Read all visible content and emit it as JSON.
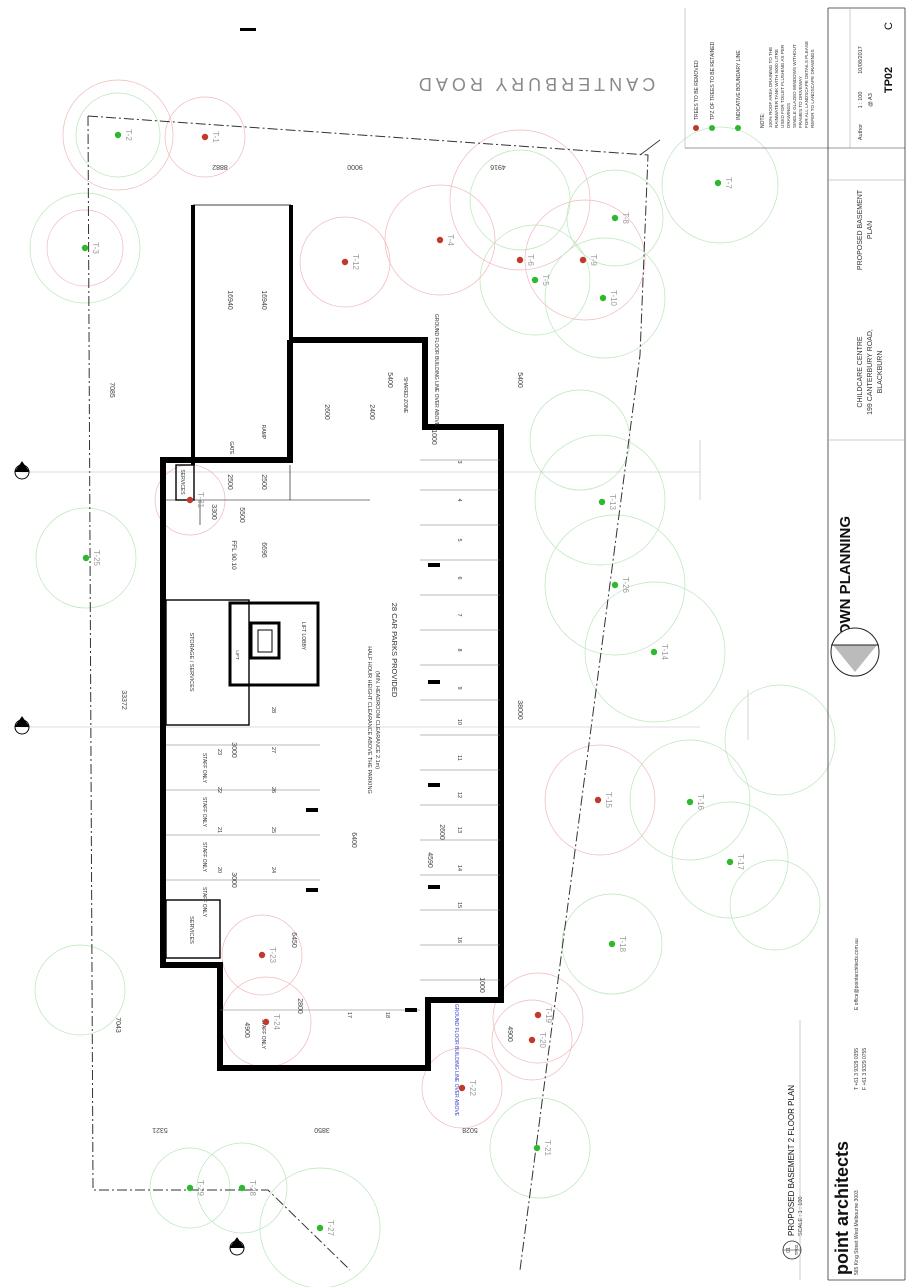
{
  "header": {
    "road_name": "CANTERBURY ROAD",
    "discipline": "TOWN PLANNING",
    "project_line1": "CHILDCARE CENTRE",
    "project_line2": "199 CANTERBURY ROAD,",
    "project_line3": "BLACKBURN",
    "drawing_title_line1": "PROPOSED BASEMENT",
    "drawing_title_line2": "PLAN",
    "drawing_number": "TP02",
    "revision": "C",
    "author_label": "Author",
    "scale_value": "1 : 100",
    "date_value": "10/08/2017",
    "sheet_size": "@ A3"
  },
  "legend": {
    "removed": {
      "label": "TREES TO BE REMOVED",
      "color": "#c0392b"
    },
    "retained": {
      "label": "TPZ OF TREES TO BE RETAINED",
      "color": "#2db82d"
    },
    "indicative": {
      "label": "INDICATIVE BOUNDARY LINE",
      "color": "#2db82d"
    },
    "note_label": "NOTE:",
    "note_1": "100% ROOF AREA DRAINING TO THE",
    "note_2": "RAINWATER TANK WITH 5000 LITRE",
    "note_3": "USED FOR TOILET FLUSHING AS PER",
    "note_4": "DRAWINGS",
    "note_5": "SINGLE GLAZED WINDOWS WITHOUT",
    "note_6": "FRAMES TO DRIVEWAY",
    "note_7": "FOR ALL LANDSCAPE DETAILS PLEASE",
    "note_8": "REFER TO LANDSCAPE DRAWINGS"
  },
  "plan": {
    "car_parks_note": "28 CAR PARKS PROVIDED",
    "clearance_note_1": "HALF HOUR HEIGHT CLEARANCE ABOVE THE PARKING",
    "clearance_note_2": "(MIN. HEADROOM CLEARANCE 2.1m)",
    "ffl": "FFL 90.10",
    "storage_label": "STORAGE / SERVICES",
    "services_top": "SERVICES",
    "services_bottom": "SERVICES",
    "lift_lobby": "LIFT LOBBY",
    "lift_label": "LIFT",
    "shared_zone": "SHARED ZONE",
    "ground_floor_above_top": "GROUND FLOOR BUILDING LINE OVER ABOVE",
    "ground_floor_above_bottom": "GROUND FLOOR BUILDING LINE OVER ABOVE",
    "gate_label": "GATE",
    "ramp_label": "RAMP",
    "staff_labels": [
      "STAFF ONLY",
      "STAFF ONLY",
      "STAFF ONLY",
      "STAFF ONLY",
      "STAFF ONLY"
    ],
    "bay_numbers_right": [
      "3",
      "4",
      "5",
      "6",
      "7",
      "8",
      "9",
      "10",
      "11",
      "12",
      "13",
      "14",
      "15",
      "16"
    ],
    "bay_numbers_left": [
      "28",
      "27",
      "26",
      "25",
      "24",
      "23",
      "22",
      "21",
      "20",
      "18",
      "17"
    ],
    "dims": {
      "d16940a": "16940",
      "d16940b": "16940",
      "d5400a": "5400",
      "d5400b": "5400",
      "d2500a": "2500",
      "d2500b": "2500",
      "d2600": "2600",
      "d2400": "2400",
      "d3000a": "3000",
      "d3000b": "3000",
      "d6696": "6696",
      "d33372": "33372",
      "d38000": "38000",
      "d6450": "6450",
      "d6400": "6400",
      "d4900a": "4900",
      "d4900b": "4900",
      "d7043": "7043",
      "d1000a": "1000",
      "d1000b": "1000",
      "d2800": "2800",
      "d5321": "5321",
      "d3850": "3850",
      "d5028": "5028",
      "d4916": "4916",
      "d9000": "9000",
      "d8882": "8882",
      "d7085": "7085",
      "d3300": "3300",
      "d5500": "5500",
      "d2600b": "2600",
      "d4590": "4590"
    }
  },
  "trees": [
    "T-1",
    "T-2",
    "T-3",
    "T-4",
    "T-5",
    "T-6",
    "T-7",
    "T-8",
    "T-9",
    "T-10",
    "T-12",
    "T-13",
    "T-14",
    "T-15",
    "T-16",
    "T-17",
    "T-18",
    "T-19",
    "T-20",
    "T-21",
    "T-22",
    "T-23",
    "T-24",
    "T-25",
    "T-26",
    "T-27",
    "T-28",
    "T-29",
    "T-31"
  ],
  "title_block": {
    "drawing_ref": "01",
    "drawing_ref_sheet": "TP02",
    "drawing_caption": "PROPOSED BASEMENT 2 FLOOR PLAN",
    "scale_caption": "SCALE : 1 : 100",
    "firm_name": "point architects",
    "address": "565 King Street West Melbourne 3003",
    "phone": "T +61 3 9329 0355",
    "email": "E office@pointarchitects.com.au",
    "abn": "F +61 3 9329 0755"
  }
}
